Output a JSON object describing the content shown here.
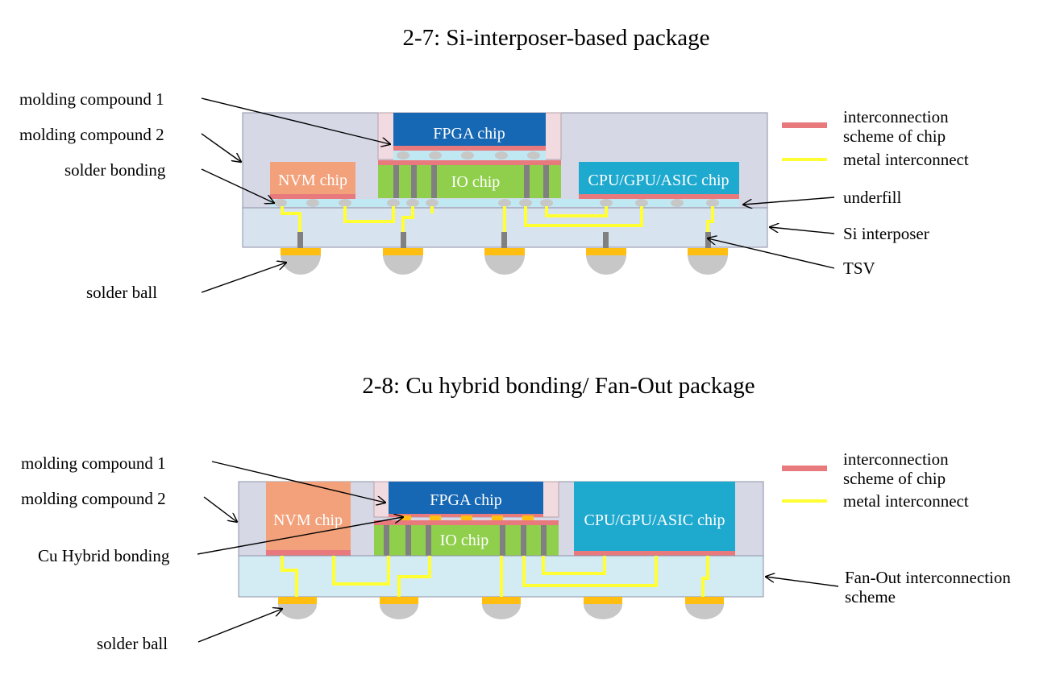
{
  "colors": {
    "molding": "#d6d8e6",
    "interposer": "#d8e3f0",
    "fanout_layer": "#d3ecf3",
    "fpga": "#1667b4",
    "io": "#8fcf4c",
    "nvm": "#f2a17a",
    "cpu": "#1ea9cf",
    "interconnect_scheme": "#e87a7e",
    "metal": "#ffff33",
    "solder_pad": "#ffbe10",
    "solder_ball": "#c7c7c7",
    "underfill": "#bfe8f2",
    "tsv": "#808080",
    "pink_mold": "#f1dbe0"
  },
  "top": {
    "title": "2-7: Si-interposer-based package",
    "labels": {
      "mc1": "molding compound 1",
      "mc2": "molding compound 2",
      "solder_bonding": "solder bonding",
      "solder_ball": "solder ball",
      "underfill": "underfill",
      "si_interposer": "Si interposer",
      "tsv": "TSV"
    },
    "chips": {
      "fpga": "FPGA chip",
      "nvm": "NVM chip",
      "io": "IO chip",
      "cpu": "CPU/GPU/ASIC chip"
    },
    "legend": {
      "scheme_line1": "interconnection",
      "scheme_line2": "scheme of chip",
      "metal": "metal interconnect"
    }
  },
  "bottom": {
    "title": "2-8: Cu hybrid bonding/ Fan-Out package",
    "labels": {
      "mc1": "molding compound 1",
      "mc2": "molding compound 2",
      "cu_hybrid": "Cu Hybrid bonding",
      "solder_ball": "solder ball",
      "fanout_line1": "Fan-Out interconnection",
      "fanout_line2": "scheme"
    },
    "chips": {
      "fpga": "FPGA chip",
      "nvm": "NVM chip",
      "io": "IO chip",
      "cpu": "CPU/GPU/ASIC chip"
    },
    "legend": {
      "scheme_line1": "interconnection",
      "scheme_line2": "scheme of chip",
      "metal": "metal interconnect"
    }
  }
}
